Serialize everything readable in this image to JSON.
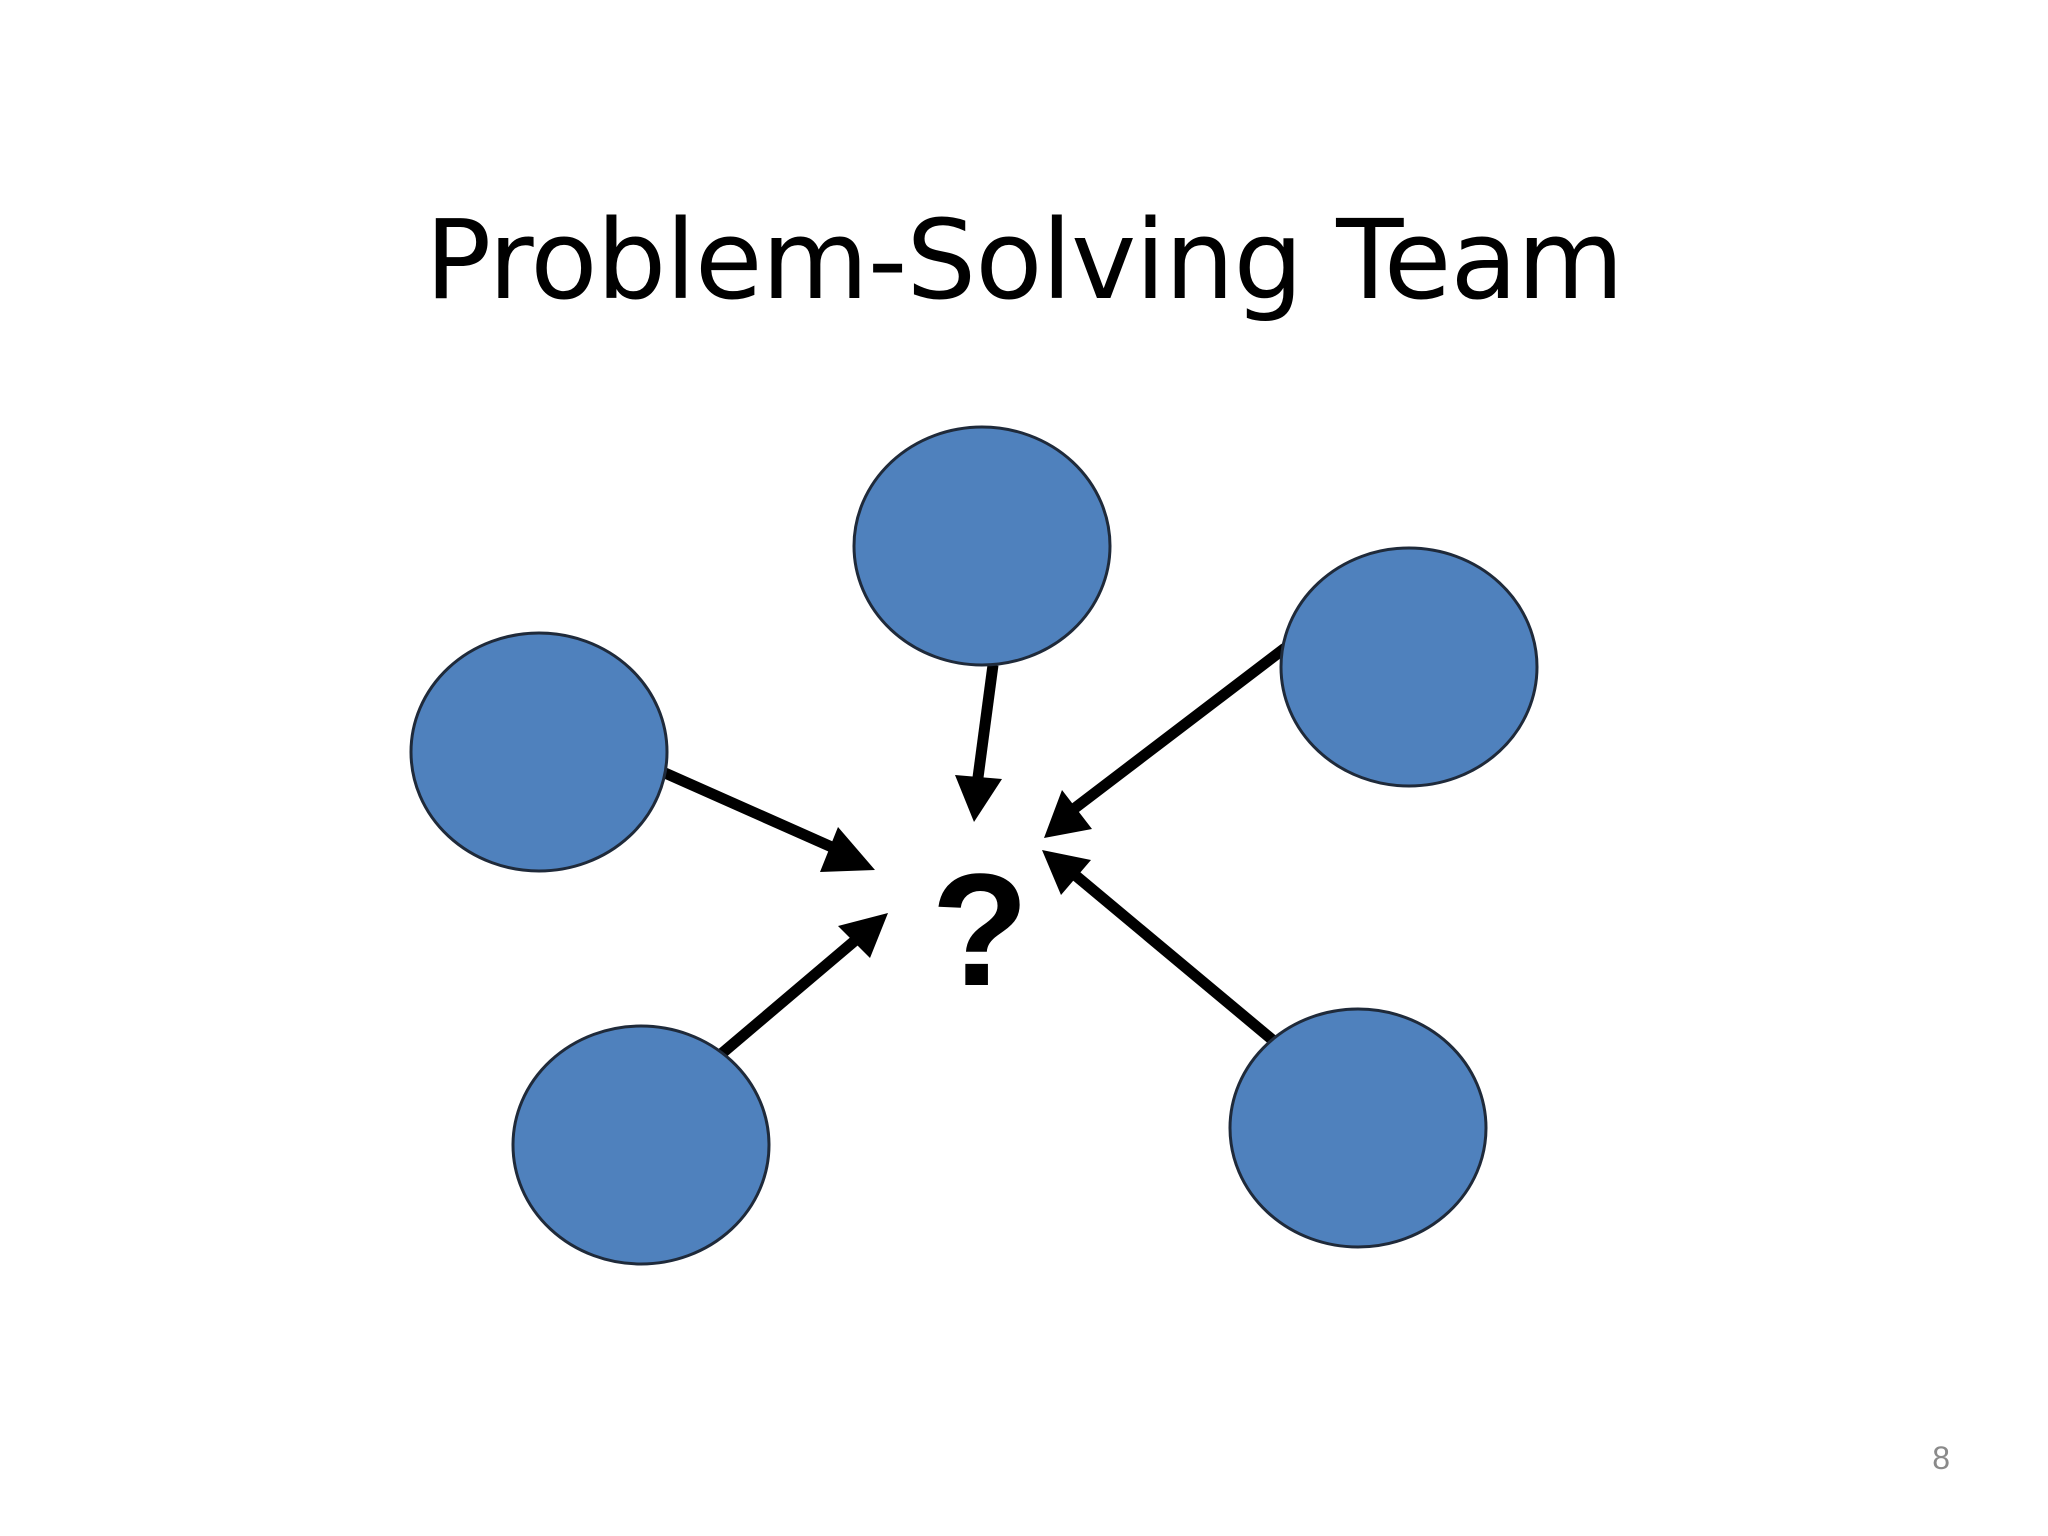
{
  "slide": {
    "title": "Problem-Solving Team",
    "page_number": "8"
  },
  "diagram": {
    "center_label": "?",
    "node_count": 5,
    "node_fill": "#4f81bd",
    "node_stroke": "#1f2a3a",
    "arrow_color": "#000000",
    "nodes": [
      {
        "name": "top"
      },
      {
        "name": "left"
      },
      {
        "name": "right"
      },
      {
        "name": "bottom-left"
      },
      {
        "name": "bottom-right"
      }
    ]
  }
}
